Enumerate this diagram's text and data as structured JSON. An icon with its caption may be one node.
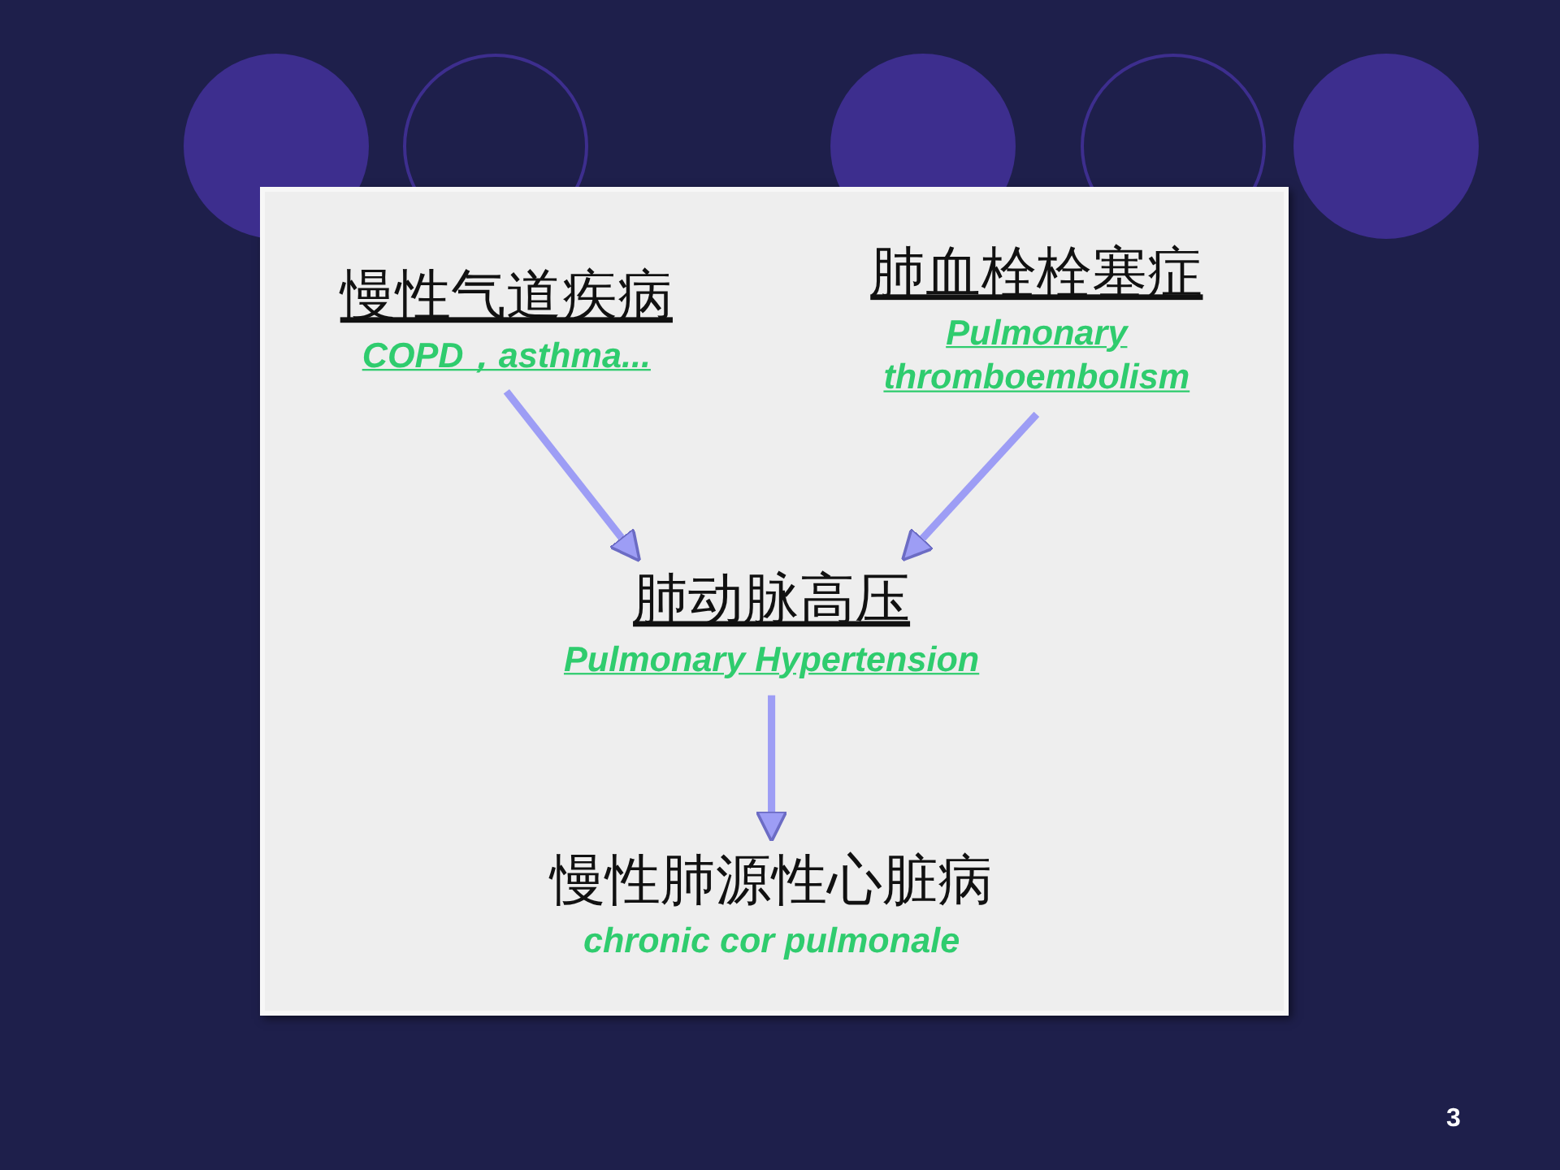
{
  "diagram": {
    "nodes": [
      {
        "text": [
          "慢性气道疾病",
          "COPD，asthma..."
        ]
      },
      {
        "text": [
          "肺血栓栓塞症",
          "Pulmonary thromboembolism"
        ]
      },
      {
        "text": [
          "肺动脉高压",
          "Pulmonary Hypertension"
        ]
      },
      {
        "text": [
          "慢性肺源性心脏病",
          "chronic cor pulmonale"
        ]
      }
    ],
    "edges": [
      {
        "from": 0,
        "to": 2,
        "arrow": "to"
      },
      {
        "from": 1,
        "to": 2,
        "arrow": "to"
      },
      {
        "from": 2,
        "to": 3,
        "arrow": "to"
      }
    ],
    "labels": [
      "3"
    ]
  }
}
